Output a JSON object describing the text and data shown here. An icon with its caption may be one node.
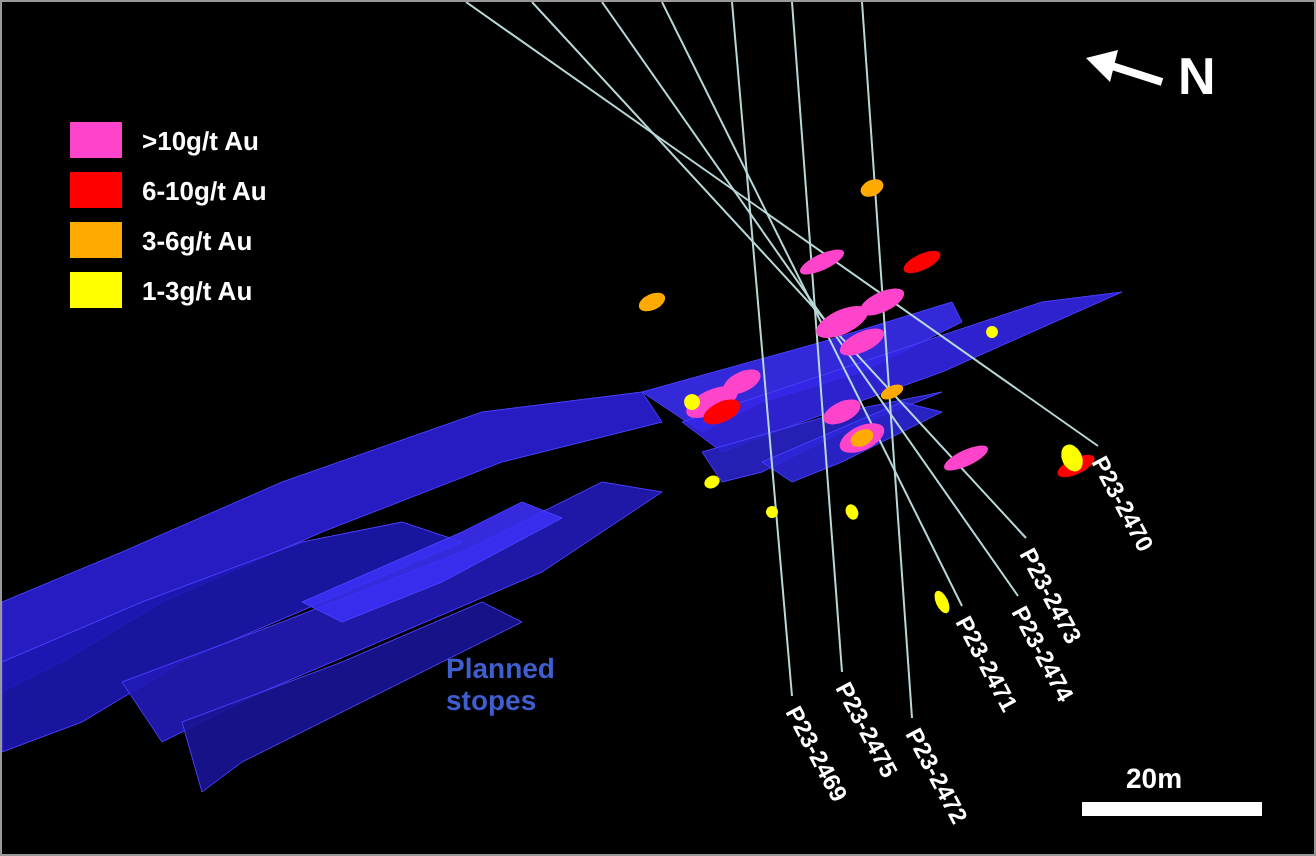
{
  "diagram": {
    "labels": [
      "N",
      "P23-2470",
      "P23-2473",
      "P23-2474",
      "P23-2471",
      "P23-2469",
      "P23-2475",
      "P23-2472",
      "Planned stopes",
      "20m"
    ],
    "legend": [
      {
        "text": ">10g/t Au",
        "color": "#ff44cc"
      },
      {
        "text": "6-10g/t Au",
        "color": "#ff0000"
      },
      {
        "text": "3-6g/t Au",
        "color": "#ffaa00"
      },
      {
        "text": "1-3g/t Au",
        "color": "#ffff00"
      }
    ]
  }
}
